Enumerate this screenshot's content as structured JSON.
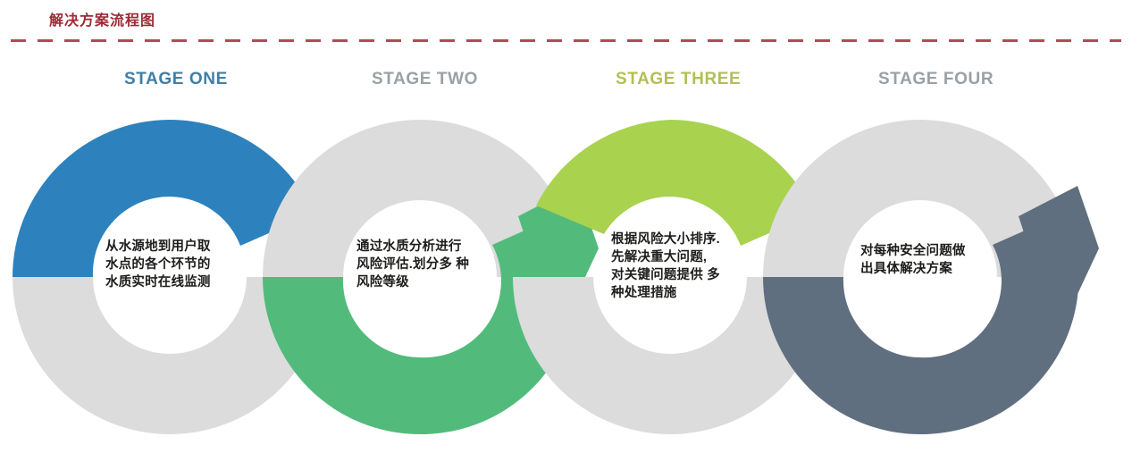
{
  "header": {
    "title": "解决方案流程图",
    "title_color": "#9c2b35",
    "rule_color": "#b24a55"
  },
  "palette": {
    "background": "#ffffff",
    "track_gray": "#dcdcdc",
    "stage_one": "#2d82bd",
    "stage_two": "#52bb7c",
    "stage_three": "#a9d24f",
    "stage_four": "#606f7f",
    "label_gray": "#9aa0a4",
    "text": "#1d1d1b"
  },
  "stages": [
    {
      "id": "stage-one",
      "label": "STAGE ONE",
      "label_color": "#3f7fa6",
      "arc_color": "#2d82bd",
      "arrow_direction": "down",
      "body": "从水源地到用户取\n水点的各个环节的\n水质实时在线监测"
    },
    {
      "id": "stage-two",
      "label": "STAGE TWO",
      "label_color": "#9aa0a4",
      "arc_color": "#52bb7c",
      "arrow_direction": "up",
      "body": "通过水质分析进行\n风险评估.划分多 种\n风险等级"
    },
    {
      "id": "stage-three",
      "label": "STAGE THREE",
      "label_color": "#b2bf54",
      "arc_color": "#a9d24f",
      "arrow_direction": "down",
      "body": "根据风险大小排序.\n先解决重大问题,\n对关键问题提供 多\n种处理措施"
    },
    {
      "id": "stage-four",
      "label": "STAGE FOUR",
      "label_color": "#9aa0a4",
      "arc_color": "#606f7f",
      "arrow_direction": "up",
      "body": "对每种安全问题做\n出具体解决方案"
    }
  ],
  "chart_data": {
    "type": "diagram",
    "title": "解决方案流程图",
    "subtype": "chevron-ring-process",
    "stage_count": 4,
    "categories": [
      "STAGE ONE",
      "STAGE TWO",
      "STAGE THREE",
      "STAGE FOUR"
    ],
    "values": [
      "从水源地到用户取水点的各个环节的水质实时在线监测",
      "通过水质分析进行风险评估.划分多 种风险等级",
      "根据风险大小排序.先解决重大问题,对关键问题提供 多种处理措施",
      "对每种安全问题做出具体解决方案"
    ],
    "colors": [
      "#2d82bd",
      "#52bb7c",
      "#a9d24f",
      "#606f7f"
    ],
    "flow": "left-to-right, alternating clockwise / counter-clockwise rings"
  }
}
